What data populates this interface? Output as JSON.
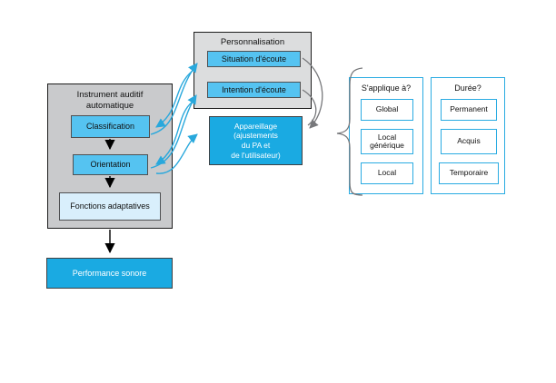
{
  "diagram": {
    "automatic_instrument": {
      "title": "Instrument auditif automatique",
      "boxes": [
        {
          "label": "Classification"
        },
        {
          "label": "Orientation"
        },
        {
          "label": "Fonctions adaptatives"
        }
      ]
    },
    "personnalisation": {
      "title": "Personnalisation",
      "boxes": [
        {
          "label": "Situation d'écoute"
        },
        {
          "label": "Intention d'écoute"
        }
      ]
    },
    "appareillage": {
      "lines": [
        "Appareillage",
        "(ajustements",
        "du PA et",
        "de l'utilisateur)"
      ]
    },
    "performance": {
      "label": "Performance sonore"
    },
    "scope_panel": {
      "title": "S'applique à?",
      "options": [
        "Global",
        "Local générique",
        "Local"
      ]
    },
    "duration_panel": {
      "title": "Durée?",
      "options": [
        "Permanent",
        "Acquis",
        "Temporaire"
      ]
    },
    "colors": {
      "cyan_medium": "#55C3F1",
      "cyan_deep": "#1AAAE2",
      "cyan_pale": "#D9EFFC",
      "cyan_outline": "#29ABE2",
      "arrow_cyan": "#29A8DC",
      "arrow_gray": "#77787B",
      "arrow_black": "#000000",
      "panel_gray_left": "#C9CACC",
      "panel_gray_top": "#DCDDDE"
    }
  }
}
